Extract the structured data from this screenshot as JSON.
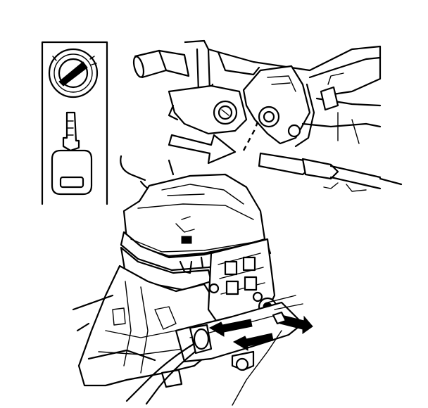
{
  "figure": {
    "colors": {
      "line": "#000000",
      "background": "#ffffff"
    },
    "inset_icons": [
      "ignition-lock-cylinder-icon",
      "ignition-key-icon"
    ],
    "callouts": [
      "direction-arrow-right",
      "dashed-lead-line",
      "double-arrow-left",
      "double-arrow-right"
    ]
  }
}
